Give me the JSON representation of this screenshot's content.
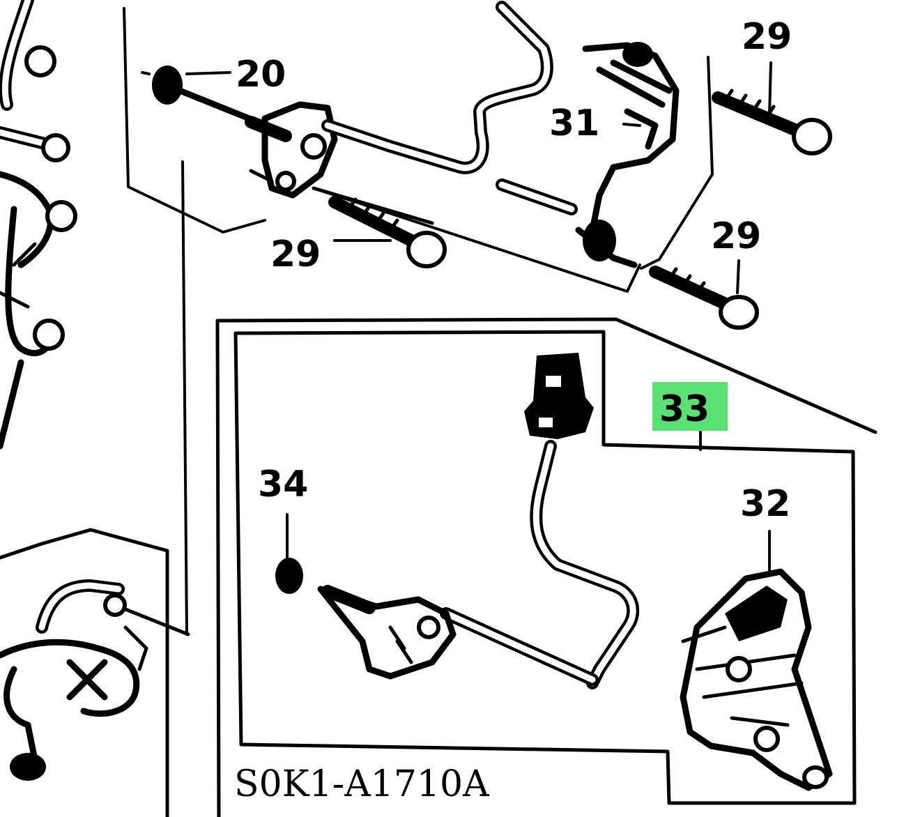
{
  "diagram": {
    "callouts": [
      {
        "id": "c20",
        "label": "20"
      },
      {
        "id": "c29a",
        "label": "29"
      },
      {
        "id": "c29b",
        "label": "29"
      },
      {
        "id": "c29c",
        "label": "29"
      },
      {
        "id": "c31",
        "label": "31"
      },
      {
        "id": "c33",
        "label": "33",
        "highlight": "#3ddc5a"
      },
      {
        "id": "c34",
        "label": "34"
      },
      {
        "id": "c32",
        "label": "32"
      }
    ],
    "drawing_code": "S0K1-A1710A",
    "colors": {
      "line": "#000000",
      "background": "#ffffff",
      "highlight": "#3ddc5a"
    }
  }
}
